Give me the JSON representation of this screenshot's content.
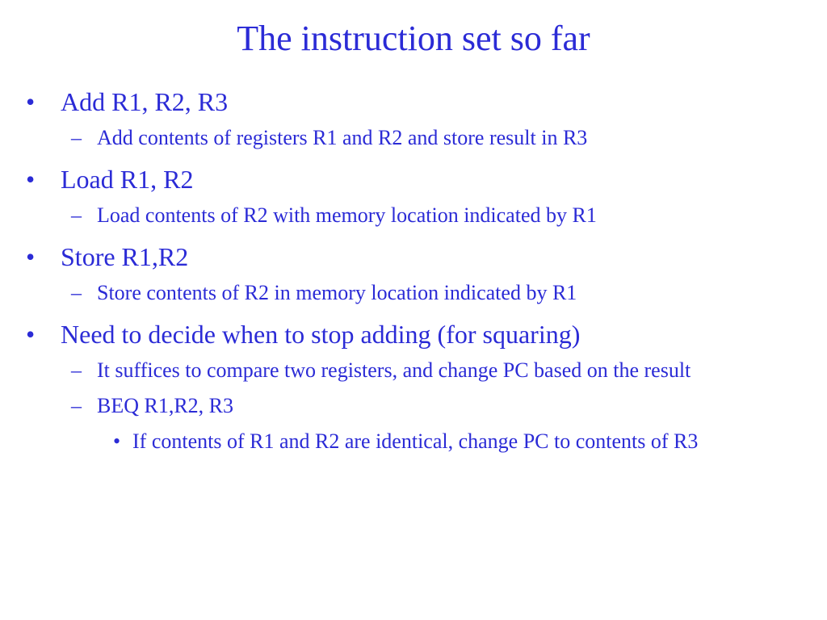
{
  "slide": {
    "title": "The instruction set so far",
    "text_color": "#2b2bd6",
    "background": "#ffffff",
    "bullet_glyph": "•",
    "dash_glyph": "–",
    "items": [
      {
        "text": "Add R1, R2, R3"
      },
      {
        "text": "Add contents of registers R1 and R2 and store result in R3"
      },
      {
        "text": "Load R1, R2"
      },
      {
        "text": "Load contents of R2 with memory location indicated by R1"
      },
      {
        "text": "Store R1,R2"
      },
      {
        "text": "Store contents of R2 in memory location indicated by R1"
      },
      {
        "text": "Need to decide when to stop adding (for squaring)"
      },
      {
        "text": "It suffices to compare two registers, and change PC based on the result"
      },
      {
        "text": "BEQ R1,R2, R3"
      },
      {
        "text": "If contents of R1 and R2 are identical, change PC to contents of R3"
      }
    ]
  }
}
